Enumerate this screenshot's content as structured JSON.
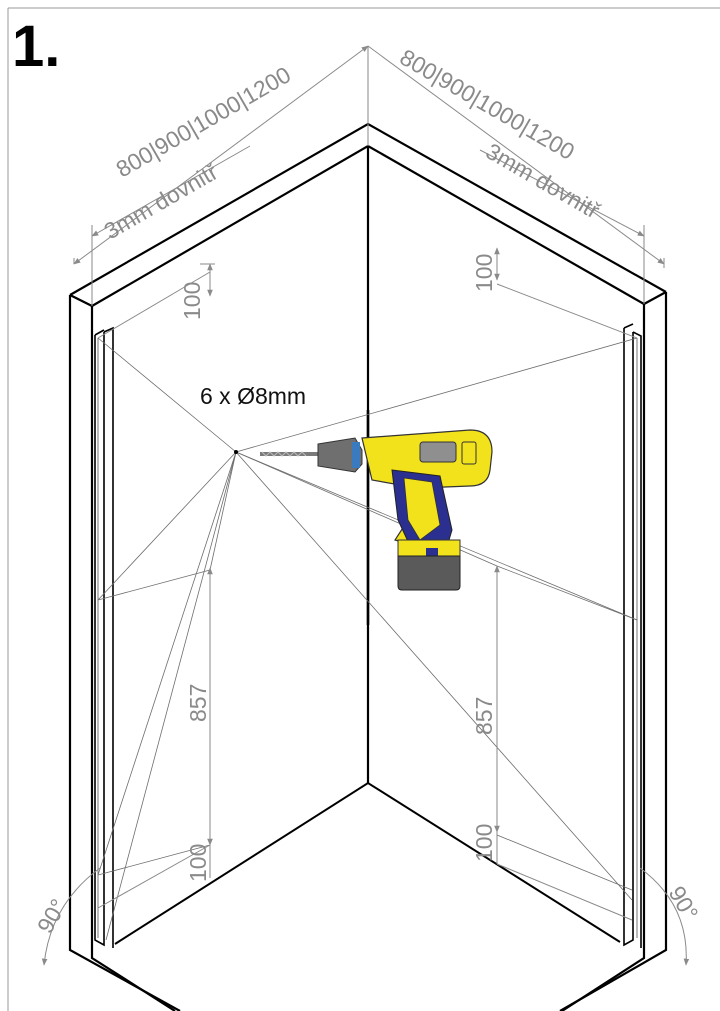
{
  "step_number": "1.",
  "drill_note": "6 x Ø8mm",
  "left_wall": {
    "width_options": "800|900|1000|1200",
    "inset_note": "3mm dovnitř",
    "top_offset": "100",
    "hole_spacing": "857",
    "bottom_offset": "100",
    "angle": "90°"
  },
  "right_wall": {
    "width_options": "800|900|1000|1200",
    "inset_note": "3mm dovnitř",
    "top_offset": "100",
    "hole_spacing": "857",
    "bottom_offset": "100",
    "angle": "90°"
  },
  "colors": {
    "line": "#000000",
    "dimension": "#8a8a8a",
    "drill_body": "#f2e21c",
    "drill_grip": "#2b2f8f",
    "battery": "#5a5a5a"
  }
}
